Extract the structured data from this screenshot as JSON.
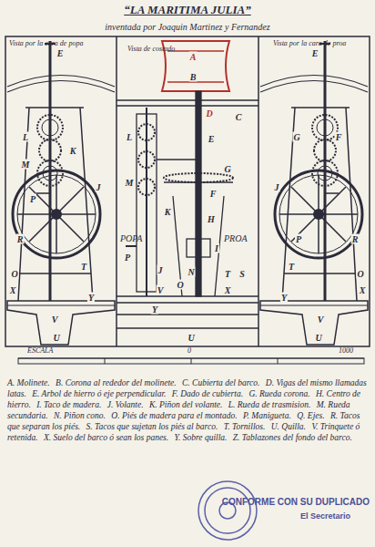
{
  "diagram": {
    "title": "“LA MARITIMA JULIA”",
    "labels": [
      "inventada por Joaquin Martinez y Fernandez",
      "Vista por la cara de popa",
      "Vista de costado",
      "Vista por la cara de proa",
      "POPA",
      "PROA",
      "ESCALA",
      "0",
      "1000",
      "E",
      "L",
      "M",
      "J",
      "K",
      "R",
      "P",
      "O",
      "T",
      "X",
      "Y",
      "V",
      "U",
      "A",
      "B",
      "D",
      "C",
      "E",
      "G",
      "F",
      "H",
      "L",
      "M",
      "K",
      "N",
      "P",
      "I",
      "J",
      "S",
      "T",
      "O",
      "V",
      "X",
      "Y",
      "U",
      "E",
      "G",
      "F",
      "J",
      "R",
      "P",
      "O",
      "T",
      "X",
      "Y",
      "V",
      "U",
      "A. Molinete.",
      "B. Corona al rededor del molinete.",
      "C. Cubierta del barco.",
      "D. Vigas del mismo llamadas latas.",
      "E. Arbol de hierro ó eje perpendicular.",
      "F. Dado de cubierta.",
      "G. Rueda corona.",
      "H. Centro de hierro.",
      "I. Taco de madera.",
      "J. Volante.",
      "K. Piñon del volante.",
      "L. Rueda de trasmision.",
      "M. Rueda secundaria.",
      "N. Piñon cono.",
      "O. Piés de madera para el montado.",
      "P. Manigueta.",
      "Q. Ejes.",
      "R. Tacos que separan los piés.",
      "S. Tacos que sujetan los piés al barco.",
      "T. Tornillos.",
      "U. Quilla.",
      "V. Trinquete ó retenida.",
      "X. Suelo del barco ó sean los panes.",
      "Y. Sobre quilla.",
      "Z. Tablazones del fondo del barco.",
      "CONFORME CON SU DUPLICADO",
      "El Secretario"
    ]
  }
}
